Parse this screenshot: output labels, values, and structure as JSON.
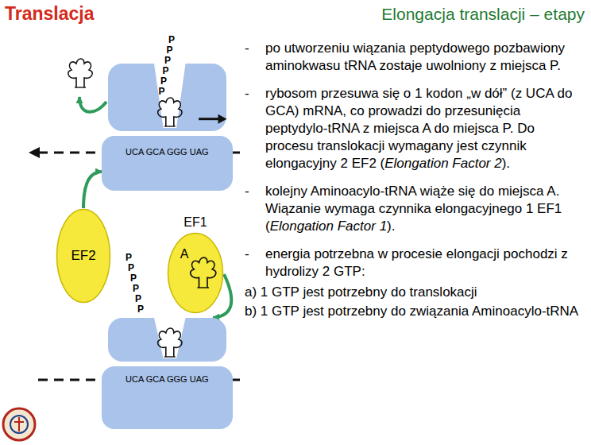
{
  "diagram": {
    "title": "Translacja",
    "nodes": [
      {
        "text": [
          "UCA GCA GGG UAG"
        ]
      },
      {
        "text": [
          "EF2"
        ]
      },
      {
        "text": [
          "EF1",
          "A"
        ]
      },
      {
        "text": [
          "UCA GCA GGG UAG"
        ]
      }
    ],
    "edges": [
      {
        "from": 1,
        "to": 0,
        "arrow": "to"
      },
      {
        "from": 2,
        "to": 3,
        "arrow": "to"
      }
    ],
    "labels": [
      "Elongacja translacji – etapy",
      "P",
      "P",
      "P",
      "P",
      "P",
      "P",
      "P",
      "P",
      "P",
      "P",
      "P",
      "P",
      "-",
      "po utworzeniu wiązania peptydowego pozbawiony aminokwasu tRNA zostaje uwolniony z miejsca P.",
      "-",
      "rybosom przesuwa się o 1 kodon „w dół” (z UCA do GCA) mRNA, co prowadzi do przesunięcia peptydylo-tRNA z miejsca A do miejsca P. Do procesu translokacji wymagany jest czynnik elongacyjny 2 EF2 (",
      "Elongation Factor 2",
      ").",
      "-",
      "kolejny Aminoacylo-tRNA wiąże się do miejsca A. Wiązanie wymaga czynnika elongacyjnego 1 EF1 (",
      "Elongation Factor 1",
      ").",
      "-",
      "energia potrzebna w procesie elongacji pochodzi z hydrolizy 2 GTP:",
      "a) 1 GTP jest potrzebny do translokacji",
      "b) 1 GTP jest potrzebny do związania Aminoacylo-tRNA"
    ]
  }
}
